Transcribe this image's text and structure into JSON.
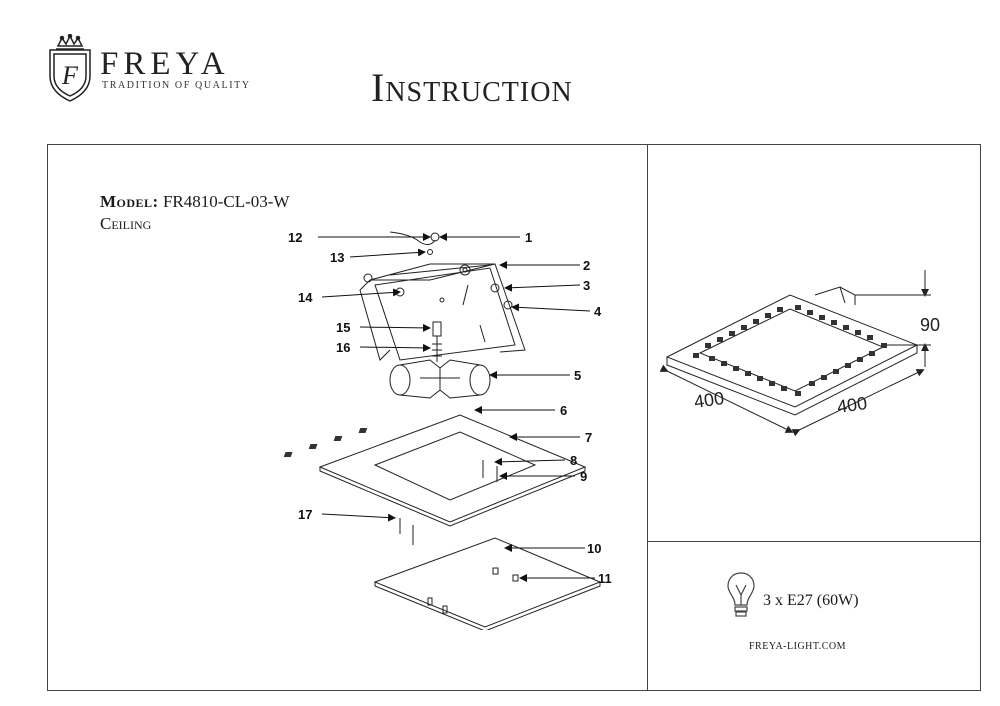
{
  "brand": {
    "name": "FREYA",
    "tagline": "TRADITION OF QUALITY",
    "monogram": "F",
    "emblem_icon": "crest-icon"
  },
  "document": {
    "title": "Instruction",
    "model_label": "Model:",
    "model_value": "FR4810-CL-03-W",
    "mount_type": "Ceiling",
    "lamp_spec": "3 x E27 (60W)",
    "website": "freya-light.com"
  },
  "dimensions": {
    "height": "90",
    "width": "400",
    "depth": "400"
  },
  "callouts": [
    {
      "id": "1",
      "label": "1"
    },
    {
      "id": "2",
      "label": "2"
    },
    {
      "id": "3",
      "label": "3"
    },
    {
      "id": "4",
      "label": "4"
    },
    {
      "id": "5",
      "label": "5"
    },
    {
      "id": "6",
      "label": "6"
    },
    {
      "id": "7",
      "label": "7"
    },
    {
      "id": "8",
      "label": "8"
    },
    {
      "id": "9",
      "label": "9"
    },
    {
      "id": "10",
      "label": "10"
    },
    {
      "id": "11",
      "label": "11"
    },
    {
      "id": "12",
      "label": "12"
    },
    {
      "id": "13",
      "label": "13"
    },
    {
      "id": "14",
      "label": "14"
    },
    {
      "id": "15",
      "label": "15"
    },
    {
      "id": "16",
      "label": "16"
    },
    {
      "id": "17",
      "label": "17"
    }
  ],
  "icons": {
    "bulb": "light-bulb-icon"
  },
  "colors": {
    "ink": "#1a1a1a",
    "line": "#444444",
    "background": "#ffffff"
  }
}
